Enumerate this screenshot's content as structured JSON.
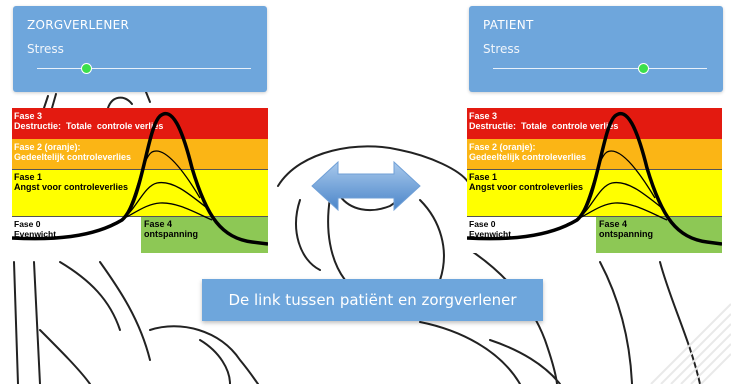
{
  "left_panel": {
    "title": "ZORGVERLENER",
    "label": "Stress",
    "slider_value": 0.23
  },
  "right_panel": {
    "title": "PATIENT",
    "label": "Stress",
    "slider_value": 0.7
  },
  "fases": {
    "f3": "Fase 3\nDestructie:  Totale  controle verlies",
    "f2": "Fase 2 (oranje):\nGedeeltelijk controleverlies",
    "f1": "Fase 1\nAngst voor controleverlies",
    "f0": "Fase 0\nEvenwicht",
    "f4": "Fase 4\nontspanning"
  },
  "banner": {
    "text": "De link tussen patiënt en zorgverlener"
  },
  "colors": {
    "panel": "#6ea6dc",
    "thumb": "#3be04a",
    "red": "#e31a10",
    "orange": "#fbb515",
    "yellow": "#ffff00",
    "green": "#8dc855"
  }
}
